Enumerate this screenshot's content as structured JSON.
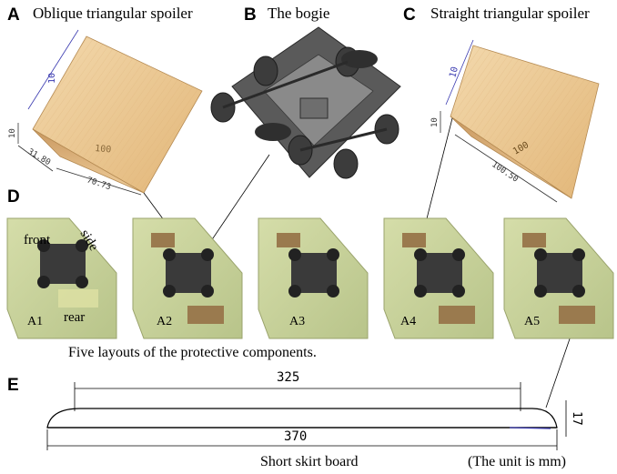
{
  "panels": {
    "a": {
      "letter": "A",
      "title": "Oblique triangular spoiler",
      "dims": {
        "height": "10",
        "left": "10",
        "base": "31.80",
        "width": "100",
        "diag": "70.73"
      }
    },
    "b": {
      "letter": "B",
      "title": "The bogie"
    },
    "c": {
      "letter": "C",
      "title": "Straight triangular spoiler",
      "dims": {
        "height": "10",
        "left": "10",
        "width": "100",
        "base": "100.50"
      }
    },
    "d": {
      "letter": "D",
      "region_labels": {
        "front": "front",
        "side": "side",
        "rear": "rear"
      },
      "layouts": [
        "A1",
        "A2",
        "A3",
        "A4",
        "A5"
      ],
      "caption": "Five layouts of the protective components."
    },
    "e": {
      "letter": "E",
      "dims": {
        "top": "325",
        "bottom": "370",
        "height": "17"
      },
      "caption": "Short skirt board",
      "unit_note": "(The unit is mm)"
    }
  },
  "colors": {
    "wood": "#e8c48c",
    "panel_green": "#c9d39b",
    "bogie": "#4a4a4a",
    "pad": "#9a7a4e",
    "dim_blue": "#3a3ab0"
  }
}
